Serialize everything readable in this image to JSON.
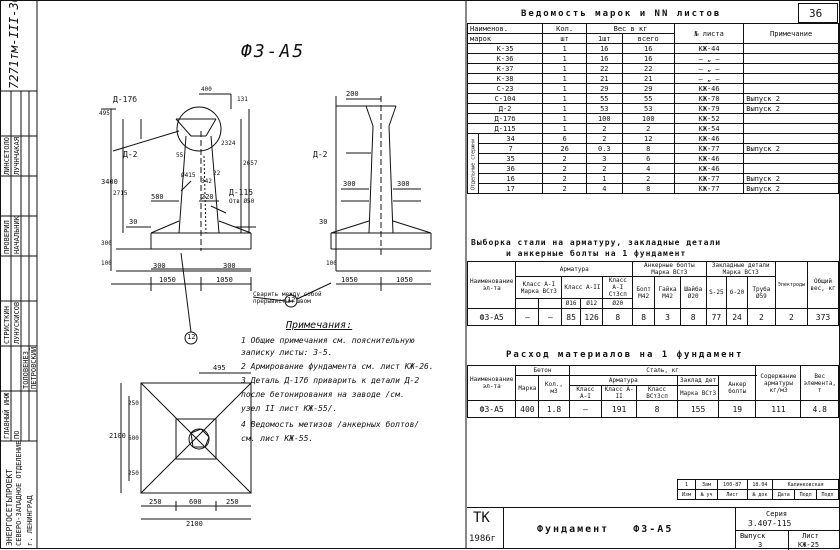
{
  "stamp": {
    "code": "7271тм-III-36",
    "rows": [
      "ЛИНСЕТОЛО",
      "ЛУЧНЧАКАЯ",
      "ПРОВЕРИЛ",
      "НАЧАЛЬНИК",
      "СТРИСТКИН",
      "ЛУНУСКИСОВ",
      "ГЛАВНЫЙ ИНЖ",
      "ПО",
      "ТОЛОВЕНЕЗ",
      "ПЕТРОВСКИЙ"
    ],
    "org": "ЭНЕРГОСЕТЬПРОЕКТ",
    "org2": "СЕВЕРО-ЗАПАДНОЕ ОТДЕЛЕНИЕ",
    "city": "г. ЛЕНИНГРАД"
  },
  "drawing": {
    "title": "Ф3-А5",
    "labels": {
      "d17b": "Д-17б",
      "d2a": "Д-2",
      "d2b": "Д-2",
      "d115": "Д-115",
      "otv": "Отв Ø50",
      "sech": "Ø415",
      "note_circle": "Сварить между собой прерывистым швом",
      "mark12": "12",
      "mark12b": "12"
    },
    "dims": {
      "h3400": "3400",
      "h2715": "2715",
      "h495": "495",
      "h300": "300",
      "h100": "100",
      "w400": "400",
      "w131": "131",
      "w580": "580",
      "w220": "220",
      "w30": "30",
      "w300a": "300",
      "w300b": "300",
      "w1050a": "1050",
      "w1050b": "1050",
      "v200": "200",
      "v300": "300",
      "v30": "30",
      "v300b": "300",
      "v100": "100",
      "v1050a": "1050",
      "v1050b": "1050",
      "p495": "495",
      "p2100a": "2100",
      "p250a": "250",
      "p600a": "600",
      "p250b": "250",
      "p250c": "250",
      "p600b": "600",
      "p250d": "250",
      "p2100b": "2100",
      "d22": "22",
      "d55": "55",
      "d342": "342",
      "d2657": "2657",
      "d2324": "2324"
    },
    "notes_title": "Примечания:",
    "notes": [
      "1 Общие примечания см. пояснительную",
      "   записку листы: 3-5.",
      "2 Армирование фундамента см. лист КЖ-26.",
      "3 Деталь Д-17б приварить к детали Д-2",
      "   после бетонирования на заводе /см.",
      "   узел II лист КЖ-55/.",
      "4 Ведомость метизов /анкерных болтов/",
      "   см. лист КЖ-55."
    ]
  },
  "marks_table": {
    "title": "Ведомость марок и NN листов",
    "sheet": "36",
    "h_name": "Наименов.",
    "h_mark": "марок",
    "h_qty": "Кол.",
    "h_qty2": "шт",
    "h_wt": "Вес в кг",
    "h_wt1": "1шт",
    "h_wt2": "всего",
    "h_list": "№ листа",
    "h_note": "Примечание",
    "side": "Отдельные стержни",
    "rows": [
      {
        "name": "К-35",
        "qty": "1",
        "w1": "16",
        "wt": "16",
        "list": "КЖ-44",
        "note": ""
      },
      {
        "name": "К-36",
        "qty": "1",
        "w1": "16",
        "wt": "16",
        "list": "— „ —",
        "note": ""
      },
      {
        "name": "К-37",
        "qty": "1",
        "w1": "22",
        "wt": "22",
        "list": "— „ —",
        "note": ""
      },
      {
        "name": "К-38",
        "qty": "1",
        "w1": "21",
        "wt": "21",
        "list": "— „ —",
        "note": ""
      },
      {
        "name": "С-23",
        "qty": "1",
        "w1": "29",
        "wt": "29",
        "list": "КЖ-46",
        "note": ""
      },
      {
        "name": "С-104",
        "qty": "1",
        "w1": "55",
        "wt": "55",
        "list": "КЖ-70",
        "note": "Выпуск 2"
      },
      {
        "name": "Д-2",
        "qty": "1",
        "w1": "53",
        "wt": "53",
        "list": "КЖ-79",
        "note": "Выпуск 2"
      },
      {
        "name": "Д-17б",
        "qty": "1",
        "w1": "100",
        "wt": "100",
        "list": "КЖ-52",
        "note": ""
      },
      {
        "name": "Д-115",
        "qty": "1",
        "w1": "2",
        "wt": "2",
        "list": "КЖ-54",
        "note": ""
      },
      {
        "name": "34",
        "qty": "6",
        "w1": "2",
        "wt": "12",
        "list": "КЖ-46",
        "note": ""
      },
      {
        "name": "7",
        "qty": "26",
        "w1": "0.3",
        "wt": "8",
        "list": "КЖ-77",
        "note": "Выпуск 2"
      },
      {
        "name": "35",
        "qty": "2",
        "w1": "3",
        "wt": "6",
        "list": "КЖ-46",
        "note": ""
      },
      {
        "name": "36",
        "qty": "2",
        "w1": "2",
        "wt": "4",
        "list": "КЖ-46",
        "note": ""
      },
      {
        "name": "16",
        "qty": "2",
        "w1": "1",
        "wt": "2",
        "list": "КЖ-77",
        "note": "Выпуск 2"
      },
      {
        "name": "17",
        "qty": "2",
        "w1": "4",
        "wt": "8",
        "list": "КЖ-77",
        "note": "Выпуск 2"
      }
    ]
  },
  "steel_table": {
    "title1": "Выборка стали на арматуру, закладные детали",
    "title2": "и анкерные болты на 1 фундамент",
    "h_name": "Наименование эл-та",
    "h_arm": "Арматура",
    "h_a1": "Класс А-I Марка ВСт3",
    "h_a2": "Класс А-II",
    "h_a3": "Класс А-I Ст3сп",
    "h_ank": "Анкерные болты Марка ВСт3",
    "h_zakl": "Закладные детали Марка ВСт3",
    "h_el": "Электроды",
    "h_total": "Общий вес, кг",
    "sub": [
      "Ø16",
      "Ø12",
      "Ø20",
      "Болт М42",
      "Гайка М42",
      "Шайба Ø20",
      "S-25",
      "б-20",
      "Труба Ø59"
    ],
    "row": {
      "name": "Ф3-А5",
      "a1": "—",
      "a1b": "—",
      "v16": "85",
      "v12": "126",
      "v20": "8",
      "b": "8",
      "g": "3",
      "sh": "8",
      "s25": "77",
      "b20": "24",
      "tr": "2",
      "el": "2",
      "total": "373"
    }
  },
  "material_table": {
    "title": "Расход материалов на 1 фундамент",
    "h_name": "Наименование эл-та",
    "h_beton": "Бетон",
    "h_mark": "Марка",
    "h_vol": "Кол., м3",
    "h_steel": "Сталь, кг",
    "h_arm": "Арматура",
    "h_a1": "Класс А-I",
    "h_a2": "Класс А-II",
    "h_a3": "Класс ВСт3сп",
    "h_zakl": "Заклад дет",
    "h_zakl2": "Марка ВСт3",
    "h_ank": "Анкер болты",
    "h_cont": "Содержание арматуры кг/м3",
    "h_wt": "Вес элемента, т",
    "row": {
      "name": "Ф3-А5",
      "mark": "400",
      "vol": "1.8",
      "a1": "—",
      "a2": "191",
      "a3": "8",
      "zakl": "155",
      "ank": "19",
      "cont": "111",
      "wt": "4.8"
    }
  },
  "revision": {
    "r1": "1",
    "r2": "Зам",
    "r3": "100-87",
    "r4": "18.04",
    "r5": "Калинковская",
    "hdr": [
      "Изм",
      "№ уч",
      "Лист",
      "№ док",
      "Дата",
      "Подп",
      "Подп"
    ]
  },
  "title_block": {
    "tk": "ТК",
    "year": "1986г",
    "name": "Фундамент   Ф3-А5",
    "series_label": "Серия",
    "series": "3.407-115",
    "issue_label": "Выпуск",
    "issue": "3",
    "sheet_label": "Лист",
    "sheet": "КЖ-25"
  }
}
